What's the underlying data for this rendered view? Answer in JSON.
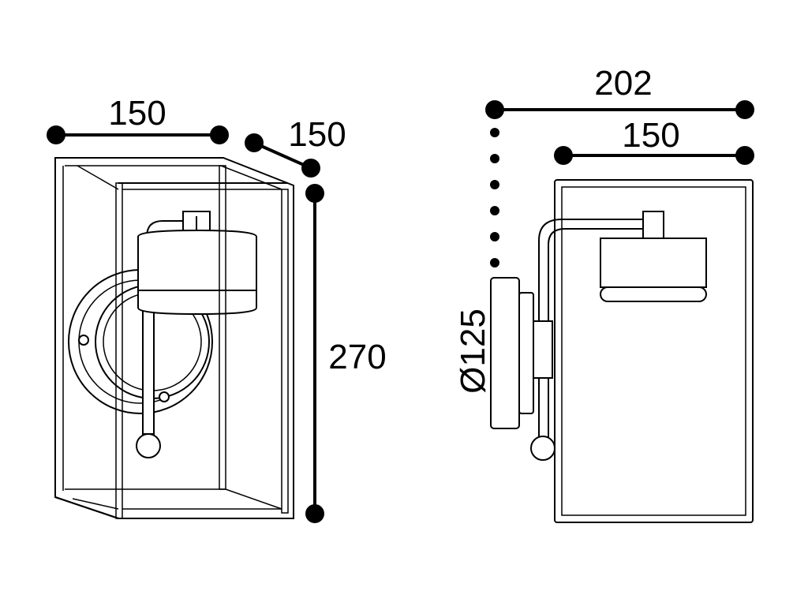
{
  "front_view": {
    "width_label": "150",
    "depth_label": "150",
    "height_label": "270"
  },
  "side_view": {
    "overall_depth_label": "202",
    "width_label": "150",
    "plate_diameter_label": "Ø125"
  },
  "colors": {
    "line": "#000000",
    "fill": "#ffffff"
  }
}
